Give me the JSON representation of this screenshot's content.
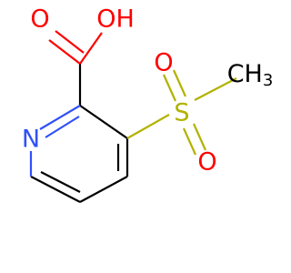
{
  "molecule": {
    "atoms": {
      "carbonyl_oxygen": "O",
      "hydroxyl": "OH",
      "ring_nitrogen": "N",
      "sulfur": "S",
      "sulfonyl_oxygen_top": "O",
      "sulfonyl_oxygen_bottom": "O",
      "methyl": "CH3"
    },
    "colors": {
      "bond": "#000000",
      "oxygen": "#ff0000",
      "nitrogen": "#3050f8",
      "sulfur": "#b2b200"
    }
  }
}
